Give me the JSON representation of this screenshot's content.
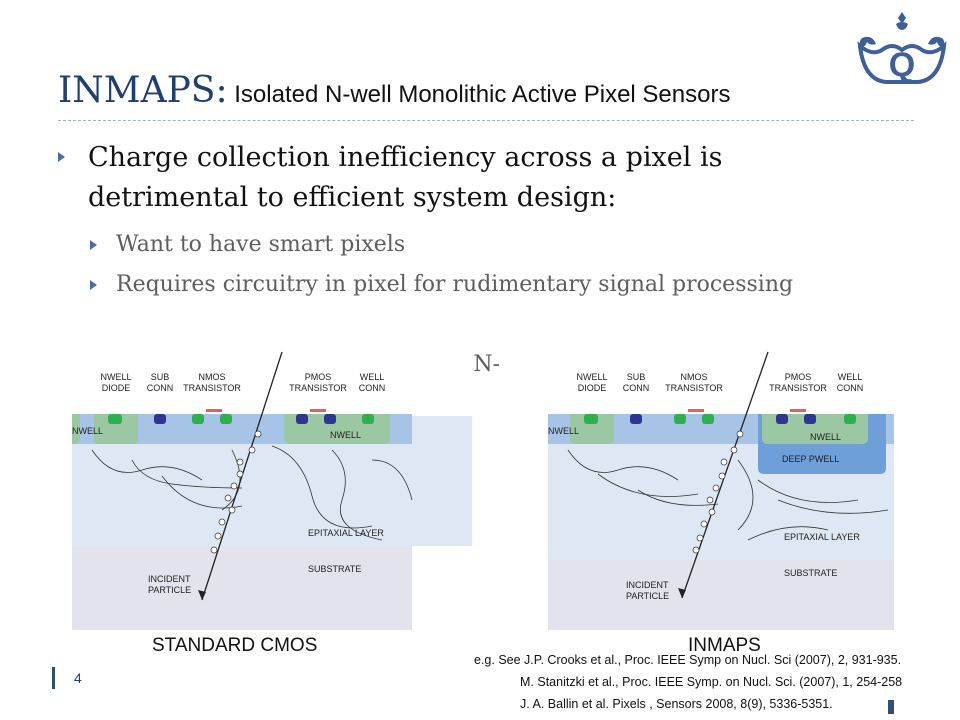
{
  "title": {
    "main": "INMAPS:",
    "sub": " Isolated N-well Monolithic Active Pixel Sensors"
  },
  "bullets": {
    "level1": "Charge collection inefficiency across a pixel is detrimental to efficient system design:",
    "level2_a": "Want to have smart pixels",
    "level2_b": "Requires circuitry in pixel for rudimentary signal processing",
    "level2_c_partial": "hield the N-"
  },
  "diagrams": {
    "standard": {
      "caption": "STANDARD  CMOS",
      "labels": {
        "nwell_diode": [
          "NWELL",
          "DIODE"
        ],
        "sub_conn": [
          "SUB",
          "CONN"
        ],
        "nmos": [
          "NMOS",
          "TRANSISTOR"
        ],
        "pmos": [
          "PMOS",
          "TRANSISTOR"
        ],
        "well_conn": [
          "WELL",
          "CONN"
        ],
        "nwell_left": "NWELL",
        "nwell_right": "NWELL",
        "epitaxial": "EPITAXIAL LAYER",
        "substrate": "SUBSTRATE",
        "incident": [
          "INCIDENT",
          "PARTICLE"
        ]
      }
    },
    "inmaps": {
      "caption": "INMAPS",
      "labels": {
        "nwell_diode": [
          "NWELL",
          "DIODE"
        ],
        "sub_conn": [
          "SUB",
          "CONN"
        ],
        "nmos": [
          "NMOS",
          "TRANSISTOR"
        ],
        "pmos": [
          "PMOS",
          "TRANSISTOR"
        ],
        "well_conn": [
          "WELL",
          "CONN"
        ],
        "nwell_left": "NWELL",
        "nwell_right": "NWELL",
        "deep_pwell": "DEEP PWELL",
        "epitaxial": "EPITAXIAL LAYER",
        "substrate": "SUBSTRATE",
        "incident": [
          "INCIDENT",
          "PARTICLE"
        ]
      }
    }
  },
  "page_number": "4",
  "references": [
    "e.g. See J.P. Crooks et al., Proc. IEEE Symp on Nucl. Sci (2007), 2, 931-935.",
    "M. Stanitzki et al., Proc. IEEE Symp. on Nucl. Sci. (2007), 1, 254-258",
    "J. A. Ballin et al. Pixels , Sensors 2008, 8(9), 5336-5351."
  ],
  "colors": {
    "title_blue": "#1f3f6e",
    "nwell": "#9cc7a3",
    "pwell_top": "#a7c3e6",
    "deep_pwell": "#6f9fd8",
    "epitaxial": "#dde8f4",
    "substrate": "#e2e2ec",
    "contact_green": "#2fb04f",
    "contact_navy": "#2d3690",
    "gate_red": "#ef5a5a"
  }
}
